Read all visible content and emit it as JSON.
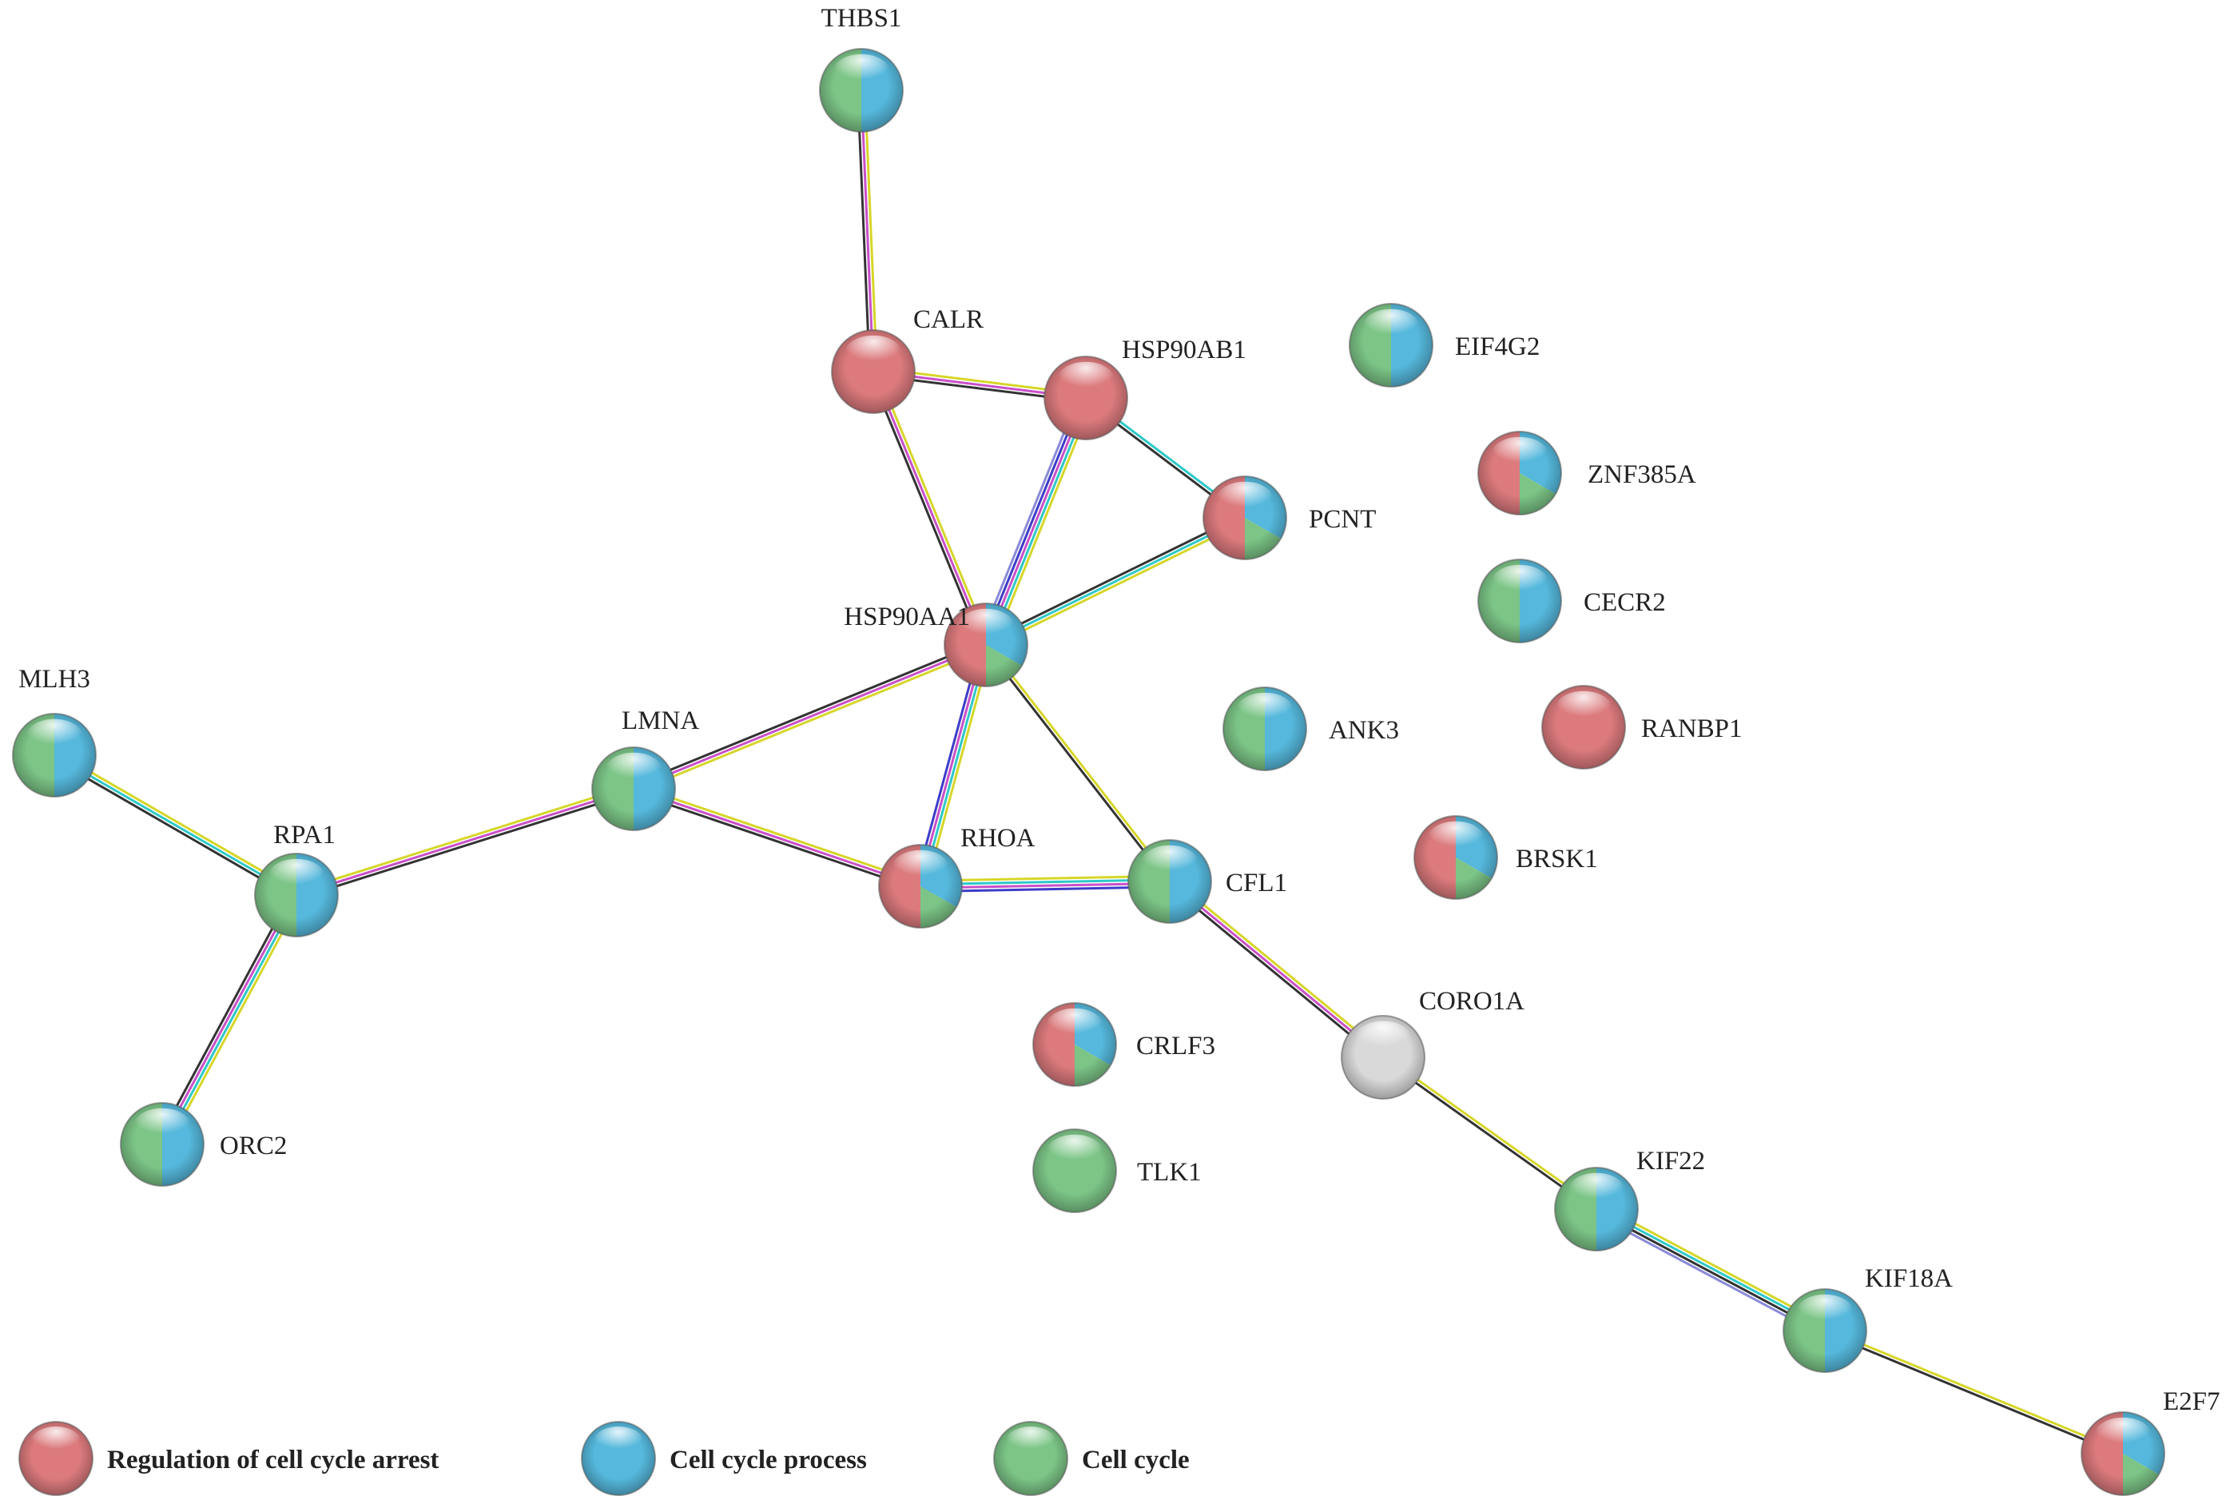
{
  "colors": {
    "red": "#dc7a7d",
    "blue": "#55b8dc",
    "green": "#7cc587",
    "grey": "#d9d9d9"
  },
  "legend": [
    {
      "label": "Regulation of cell cycle arrest",
      "color": "red"
    },
    {
      "label": "Cell cycle process",
      "color": "blue"
    },
    {
      "label": "Cell cycle",
      "color": "green"
    }
  ],
  "nodes": [
    {
      "id": "THBS1",
      "label": "THBS1",
      "colors": [
        "blue",
        "green"
      ]
    },
    {
      "id": "CALR",
      "label": "CALR",
      "colors": [
        "red"
      ]
    },
    {
      "id": "HSP90AB1",
      "label": "HSP90AB1",
      "colors": [
        "red"
      ]
    },
    {
      "id": "EIF4G2",
      "label": "EIF4G2",
      "colors": [
        "blue",
        "green"
      ]
    },
    {
      "id": "PCNT",
      "label": "PCNT",
      "colors": [
        "red",
        "blue",
        "green"
      ]
    },
    {
      "id": "ZNF385A",
      "label": "ZNF385A",
      "colors": [
        "red",
        "blue",
        "green"
      ]
    },
    {
      "id": "CECR2",
      "label": "CECR2",
      "colors": [
        "blue",
        "green"
      ]
    },
    {
      "id": "HSP90AA1",
      "label": "HSP90AA1",
      "colors": [
        "red",
        "blue",
        "green"
      ]
    },
    {
      "id": "MLH3",
      "label": "MLH3",
      "colors": [
        "blue",
        "green"
      ]
    },
    {
      "id": "LMNA",
      "label": "LMNA",
      "colors": [
        "blue",
        "green"
      ]
    },
    {
      "id": "ANK3",
      "label": "ANK3",
      "colors": [
        "blue",
        "green"
      ]
    },
    {
      "id": "RANBP1",
      "label": "RANBP1",
      "colors": [
        "red"
      ]
    },
    {
      "id": "RPA1",
      "label": "RPA1",
      "colors": [
        "blue",
        "green"
      ]
    },
    {
      "id": "RHOA",
      "label": "RHOA",
      "colors": [
        "red",
        "blue",
        "green"
      ]
    },
    {
      "id": "CFL1",
      "label": "CFL1",
      "colors": [
        "blue",
        "green"
      ]
    },
    {
      "id": "BRSK1",
      "label": "BRSK1",
      "colors": [
        "red",
        "blue",
        "green"
      ]
    },
    {
      "id": "CORO1A",
      "label": "CORO1A",
      "colors": [
        "grey"
      ]
    },
    {
      "id": "CRLF3",
      "label": "CRLF3",
      "colors": [
        "red",
        "blue",
        "green"
      ]
    },
    {
      "id": "ORC2",
      "label": "ORC2",
      "colors": [
        "blue",
        "green"
      ]
    },
    {
      "id": "TLK1",
      "label": "TLK1",
      "colors": [
        "green"
      ]
    },
    {
      "id": "KIF22",
      "label": "KIF22",
      "colors": [
        "blue",
        "green"
      ]
    },
    {
      "id": "KIF18A",
      "label": "KIF18A",
      "colors": [
        "blue",
        "green"
      ]
    },
    {
      "id": "E2F7",
      "label": "E2F7",
      "colors": [
        "red",
        "blue",
        "green"
      ]
    }
  ],
  "edges": [
    {
      "source": "THBS1",
      "target": "CALR",
      "evidence": [
        "#d6d629",
        "#c850c8",
        "#333333"
      ]
    },
    {
      "source": "CALR",
      "target": "HSP90AB1",
      "evidence": [
        "#d6d629",
        "#c850c8",
        "#333333"
      ]
    },
    {
      "source": "CALR",
      "target": "HSP90AA1",
      "evidence": [
        "#d6d629",
        "#c850c8",
        "#333333"
      ]
    },
    {
      "source": "HSP90AB1",
      "target": "HSP90AA1",
      "evidence": [
        "#d6d629",
        "#2ec8c8",
        "#c850c8",
        "#3c3cc8",
        "#8a8ad8"
      ]
    },
    {
      "source": "HSP90AB1",
      "target": "PCNT",
      "evidence": [
        "#2ec8c8",
        "#333333"
      ]
    },
    {
      "source": "PCNT",
      "target": "HSP90AA1",
      "evidence": [
        "#d6d629",
        "#2ec8c8",
        "#333333"
      ]
    },
    {
      "source": "HSP90AA1",
      "target": "LMNA",
      "evidence": [
        "#d6d629",
        "#c850c8",
        "#333333"
      ]
    },
    {
      "source": "HSP90AA1",
      "target": "RHOA",
      "evidence": [
        "#d6d629",
        "#2ec8c8",
        "#c850c8",
        "#3c3cc8"
      ]
    },
    {
      "source": "HSP90AA1",
      "target": "CFL1",
      "evidence": [
        "#d6d629",
        "#333333"
      ]
    },
    {
      "source": "MLH3",
      "target": "RPA1",
      "evidence": [
        "#d6d629",
        "#2ec8c8",
        "#333333"
      ]
    },
    {
      "source": "RPA1",
      "target": "LMNA",
      "evidence": [
        "#d6d629",
        "#c850c8",
        "#333333"
      ]
    },
    {
      "source": "RPA1",
      "target": "ORC2",
      "evidence": [
        "#d6d629",
        "#2ec8c8",
        "#c850c8",
        "#333333"
      ]
    },
    {
      "source": "LMNA",
      "target": "RHOA",
      "evidence": [
        "#d6d629",
        "#c850c8",
        "#333333"
      ]
    },
    {
      "source": "RHOA",
      "target": "CFL1",
      "evidence": [
        "#d6d629",
        "#2ec8c8",
        "#c850c8",
        "#3c3cc8"
      ]
    },
    {
      "source": "CFL1",
      "target": "CORO1A",
      "evidence": [
        "#d6d629",
        "#c850c8",
        "#333333"
      ]
    },
    {
      "source": "CORO1A",
      "target": "KIF22",
      "evidence": [
        "#d6d629",
        "#333333"
      ]
    },
    {
      "source": "KIF22",
      "target": "KIF18A",
      "evidence": [
        "#d6d629",
        "#2ec8c8",
        "#333333",
        "#8a8ad8"
      ]
    },
    {
      "source": "KIF18A",
      "target": "E2F7",
      "evidence": [
        "#d6d629",
        "#333333"
      ]
    }
  ]
}
